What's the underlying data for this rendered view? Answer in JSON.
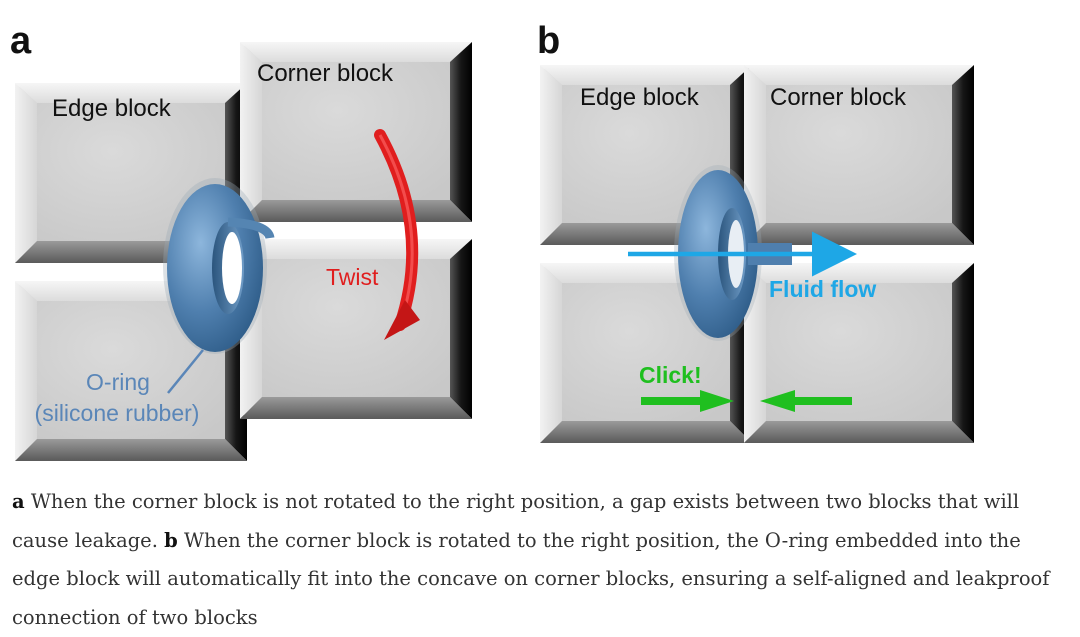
{
  "panel_a": {
    "letter": "a",
    "edge_block": "Edge block",
    "corner_block": "Corner block",
    "twist": "Twist",
    "oring_line1": "O-ring",
    "oring_line2": "(silicone rubber)"
  },
  "panel_b": {
    "letter": "b",
    "edge_block": "Edge block",
    "corner_block": "Corner block",
    "fluid_flow": "Fluid flow",
    "click": "Click!"
  },
  "caption": {
    "a_label": "a",
    "a_text": " When the corner block is not rotated to the right position, a gap exists between two blocks that will cause leakage. ",
    "b_label": "b",
    "b_text": " When the corner block is rotated to the right position, the O-ring embedded into the edge block will automatically fit into the concave on corner blocks, ensuring a self-aligned and leakproof connection of two blocks"
  },
  "colors": {
    "block_face": "#d4d4d4",
    "block_shadow": "#0f0f0f",
    "oring": "#4f7fae",
    "twist": "#e01e1e",
    "fluid": "#1ea7e6",
    "click": "#1fbf1f",
    "oring_label": "#5a86b8"
  }
}
